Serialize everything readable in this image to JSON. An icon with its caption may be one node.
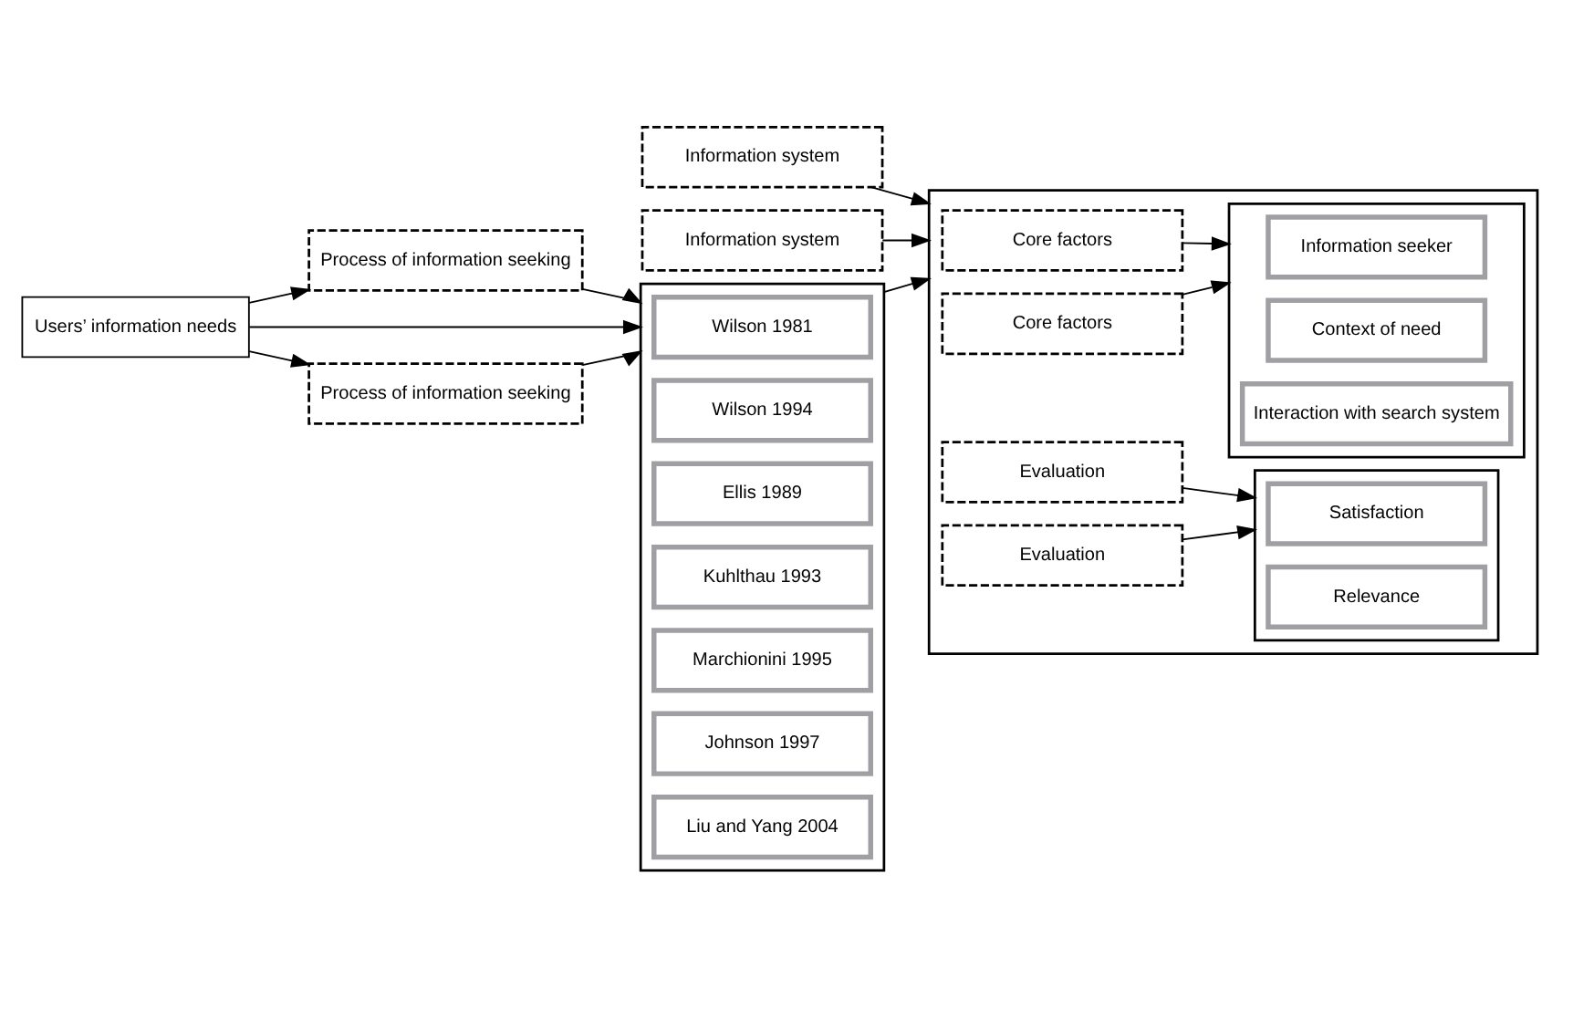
{
  "diagram": {
    "nodes": [
      {
        "text": [
          "Process of information seeking"
        ]
      },
      {
        "text": [
          "Information system"
        ]
      },
      {
        "text": [
          "Users’ information needs"
        ]
      },
      {
        "text": [],
        "shape": "box"
      },
      {
        "text": [
          "Wilson 1981"
        ],
        "in": 3
      },
      {
        "text": [
          "Wilson 1994"
        ],
        "in": 3
      },
      {
        "text": [
          "Ellis 1989"
        ],
        "in": 3
      },
      {
        "text": [
          "Kuhlthau 1993"
        ],
        "in": 3
      },
      {
        "text": [
          "Marchionini 1995"
        ],
        "in": 3
      },
      {
        "text": [
          "Johnson 1997"
        ],
        "in": 3
      },
      {
        "text": [
          "Liu and Yang 2004"
        ],
        "in": 3
      },
      {
        "text": [],
        "shape": "box"
      },
      {
        "text": [
          "Core factors"
        ],
        "in": 11
      },
      {
        "text": [],
        "shape": "box",
        "in": 11
      },
      {
        "text": [
          "Information seeker"
        ],
        "in": 13
      },
      {
        "text": [
          "Context of need"
        ],
        "in": 13
      },
      {
        "text": [
          "Interaction with search system"
        ],
        "in": 13
      },
      {
        "text": [
          "Core factors"
        ],
        "in": 11
      },
      {
        "text": [
          "Evaluation"
        ],
        "in": 11
      },
      {
        "text": [],
        "shape": "box",
        "in": 11
      },
      {
        "text": [
          "Satisfaction"
        ],
        "in": 19
      },
      {
        "text": [
          "Relevance"
        ],
        "in": 19
      },
      {
        "text": [
          "Evaluation"
        ],
        "in": 11
      },
      {
        "text": [
          "Information system"
        ]
      },
      {
        "text": [
          "Process of information seeking"
        ]
      }
    ],
    "edges": [
      {
        "from": 2,
        "to": 0,
        "arrow": "to"
      },
      {
        "from": 2,
        "to": 24,
        "arrow": "to"
      },
      {
        "from": 2,
        "to": 3,
        "arrow": "to"
      },
      {
        "from": 0,
        "to": 3,
        "arrow": "to"
      },
      {
        "from": 24,
        "to": 3,
        "arrow": "to"
      },
      {
        "from": 3,
        "to": 11,
        "arrow": "to"
      },
      {
        "from": 1,
        "to": 11,
        "arrow": "to"
      },
      {
        "from": 23,
        "to": 11,
        "arrow": "to"
      },
      {
        "from": 12,
        "to": 13,
        "arrow": "to"
      },
      {
        "from": 17,
        "to": 13,
        "arrow": "to"
      },
      {
        "from": 18,
        "to": 19,
        "arrow": "to"
      },
      {
        "from": 22,
        "to": 19,
        "arrow": "to"
      }
    ]
  }
}
